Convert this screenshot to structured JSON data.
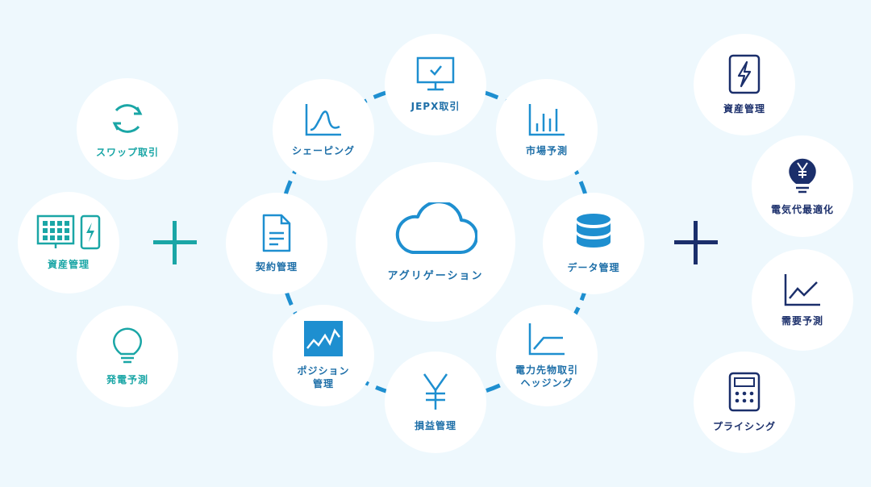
{
  "colors": {
    "background": "#eef8fd",
    "teal": "#1aa6a6",
    "blue": "#1e8fd0",
    "navy": "#1b2f6b",
    "ring": "#1e8fd0"
  },
  "center": {
    "label": "アグリゲーション",
    "icon": "cloud-icon"
  },
  "ring_nodes": [
    {
      "label": "JEPX取引",
      "icon": "monitor-check-icon"
    },
    {
      "label": "市場予測",
      "icon": "bar-chart-icon"
    },
    {
      "label": "データ管理",
      "icon": "database-icon"
    },
    {
      "label": "電力先物取引\nヘッジング",
      "icon": "hedge-chart-icon"
    },
    {
      "label": "損益管理",
      "icon": "yen-icon"
    },
    {
      "label": "ポジション\n管理",
      "icon": "position-chart-icon"
    },
    {
      "label": "契約管理",
      "icon": "document-icon"
    },
    {
      "label": "シェーピング",
      "icon": "shaping-curve-icon"
    }
  ],
  "left_nodes": [
    {
      "label": "スワップ取引",
      "icon": "refresh-icon"
    },
    {
      "label": "資産管理",
      "icon": "solar-battery-icon"
    },
    {
      "label": "発電予測",
      "icon": "bulb-icon"
    }
  ],
  "right_nodes": [
    {
      "label": "資産管理",
      "icon": "battery-bolt-icon"
    },
    {
      "label": "電気代最適化",
      "icon": "bulb-yen-icon"
    },
    {
      "label": "需要予測",
      "icon": "line-chart-icon"
    },
    {
      "label": "プライシング",
      "icon": "calculator-icon"
    }
  ]
}
